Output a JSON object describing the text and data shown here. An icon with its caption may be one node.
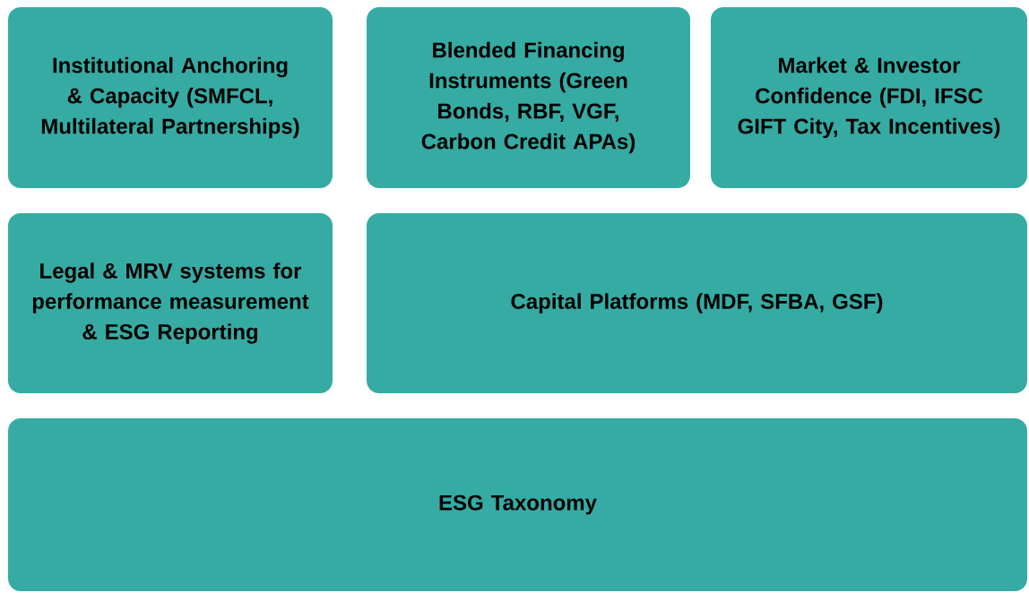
{
  "diagram": {
    "nodes": [
      {
        "text": [
          "Institutional Anchoring & Capacity (SMFCL, Multilateral Partnerships)"
        ]
      },
      {
        "text": [
          "Blended Financing Instruments (Green Bonds, RBF, VGF, Carbon Credit APAs)"
        ]
      },
      {
        "text": [
          "Market & Investor Confidence (FDI, IFSC GIFT City, Tax Incentives)"
        ]
      },
      {
        "text": [
          "Legal & MRV systems for performance measurement & ESG Reporting"
        ]
      },
      {
        "text": [
          "Capital Platforms (MDF, SFBA, GSF)"
        ]
      },
      {
        "text": [
          "ESG Taxonomy"
        ]
      }
    ]
  }
}
